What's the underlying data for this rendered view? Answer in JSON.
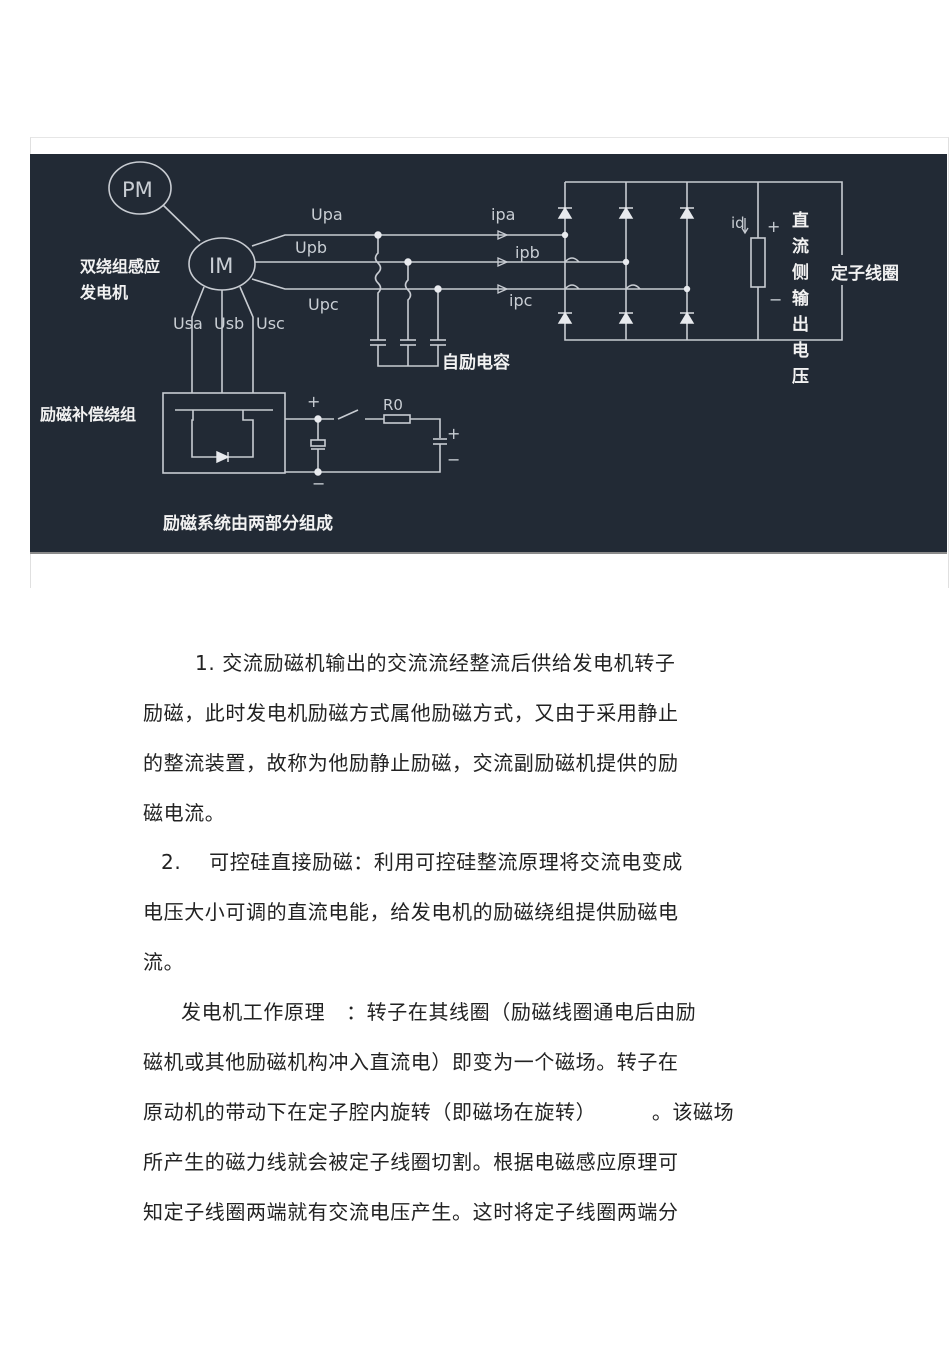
{
  "figure": {
    "labels": {
      "pm": "PM",
      "im": "IM",
      "generator": [
        "双绕组感应",
        "发电机"
      ],
      "upa": "Upa",
      "upb": "Upb",
      "upc": "Upc",
      "ipa": "ipa",
      "ipb": "ipb",
      "ipc": "ipc",
      "usa": "Usa",
      "usb": "Usb",
      "usc": "Usc",
      "self_excite_cap": "自励电容",
      "id": "id",
      "plus": "+",
      "minus": "−",
      "dc_output": [
        "直",
        "流",
        "侧",
        "输",
        "出",
        "电",
        "压"
      ],
      "stator_coil": "定子线圈",
      "excite_comp_winding": "励磁补偿绕组",
      "r0": "R0",
      "caption": "励磁系统由两部分组成"
    },
    "colors": {
      "background": "#222a35",
      "wire": "#c8ccd2",
      "text": "#f2f2f2"
    }
  },
  "body": {
    "paragraphs": [
      {
        "lines": [
          "1. 交流励磁机输出的交流流经整流后供给发电机转子",
          "励磁，此时发电机励磁方式属他励磁方式，又由于采用静止",
          "的整流装置，故称为他励静止励磁，交流副励磁机提供的励",
          "磁电流。"
        ]
      },
      {
        "lines": [
          "2.    可控硅直接励磁：利用可控硅整流原理将交流电变成",
          "电压大小可调的直流电能，给发电机的励磁绕组提供励磁电",
          "流。"
        ]
      },
      {
        "lines": [
          "发电机工作原理   ：转子在其线圈（励磁线圈通电后由励",
          "磁机或其他励磁机构冲入直流电）即变为一个磁场。转子在",
          "原动机的带动下在定子腔内旋转（即磁场在旋转）        。该磁场",
          "所产生的磁力线就会被定子线圈切割。根据电磁感应原理可",
          "知定子线圈两端就有交流电压产生。这时将定子线圈两端分"
        ]
      }
    ]
  }
}
